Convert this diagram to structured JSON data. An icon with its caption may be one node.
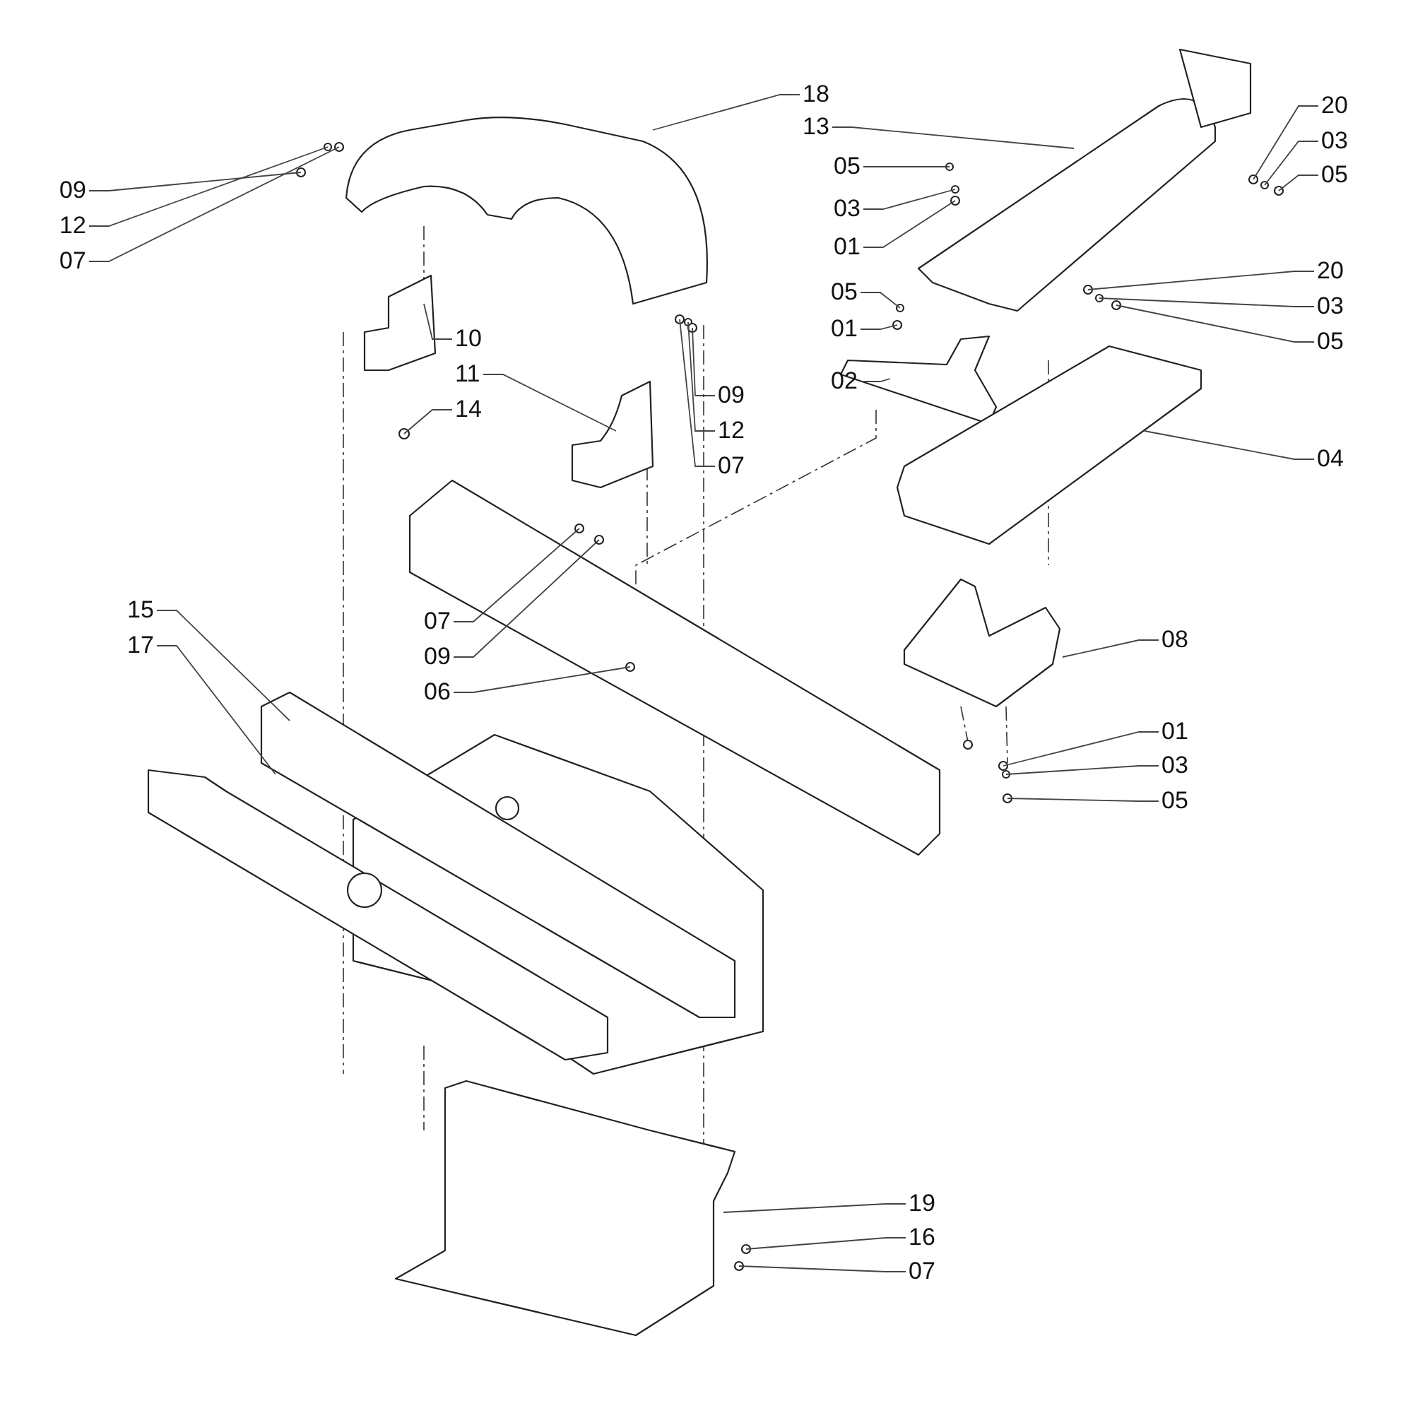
{
  "diagram": {
    "nodes": [
      {
        "text": [
          "18"
        ]
      },
      {
        "text": [
          "13"
        ]
      },
      {
        "text": [
          "20"
        ]
      },
      {
        "text": [
          "03"
        ]
      },
      {
        "text": [
          "05"
        ]
      },
      {
        "text": [
          "05"
        ]
      },
      {
        "text": [
          "09"
        ]
      },
      {
        "text": [
          "03"
        ]
      },
      {
        "text": [
          "12"
        ]
      },
      {
        "text": [
          "01"
        ]
      },
      {
        "text": [
          "07"
        ]
      },
      {
        "text": [
          "20"
        ]
      },
      {
        "text": [
          "05"
        ]
      },
      {
        "text": [
          "03"
        ]
      },
      {
        "text": [
          "01"
        ]
      },
      {
        "text": [
          "10"
        ]
      },
      {
        "text": [
          "05"
        ]
      },
      {
        "text": [
          "09"
        ]
      },
      {
        "text": [
          "11"
        ]
      },
      {
        "text": [
          "02"
        ]
      },
      {
        "text": [
          "14"
        ]
      },
      {
        "text": [
          "12"
        ]
      },
      {
        "text": [
          "04"
        ]
      },
      {
        "text": [
          "07"
        ]
      },
      {
        "text": [
          "15"
        ]
      },
      {
        "text": [
          "07"
        ]
      },
      {
        "text": [
          "17"
        ]
      },
      {
        "text": [
          "08"
        ]
      },
      {
        "text": [
          "09"
        ]
      },
      {
        "text": [
          "06"
        ]
      },
      {
        "text": [
          "01"
        ]
      },
      {
        "text": [
          "03"
        ]
      },
      {
        "text": [
          "05"
        ]
      },
      {
        "text": [
          "19"
        ]
      },
      {
        "text": [
          "16"
        ]
      },
      {
        "text": [
          "07"
        ]
      }
    ],
    "edges": [
      {
        "from": 0,
        "to": null,
        "arrow": "none"
      },
      {
        "from": 1,
        "to": null,
        "arrow": "none"
      },
      {
        "from": 2,
        "to": null,
        "arrow": "none"
      },
      {
        "from": 3,
        "to": null,
        "arrow": "none"
      },
      {
        "from": 4,
        "to": null,
        "arrow": "none"
      },
      {
        "from": 5,
        "to": null,
        "arrow": "none"
      },
      {
        "from": 6,
        "to": null,
        "arrow": "none"
      },
      {
        "from": 7,
        "to": null,
        "arrow": "none"
      },
      {
        "from": 8,
        "to": null,
        "arrow": "none"
      },
      {
        "from": 9,
        "to": null,
        "arrow": "none"
      },
      {
        "from": 10,
        "to": null,
        "arrow": "none"
      },
      {
        "from": 11,
        "to": null,
        "arrow": "none"
      },
      {
        "from": 12,
        "to": null,
        "arrow": "none"
      },
      {
        "from": 13,
        "to": null,
        "arrow": "none"
      },
      {
        "from": 14,
        "to": null,
        "arrow": "none"
      },
      {
        "from": 15,
        "to": null,
        "arrow": "none"
      },
      {
        "from": 16,
        "to": null,
        "arrow": "none"
      },
      {
        "from": 17,
        "to": null,
        "arrow": "none"
      },
      {
        "from": 18,
        "to": null,
        "arrow": "none"
      },
      {
        "from": 19,
        "to": null,
        "arrow": "none"
      },
      {
        "from": 20,
        "to": null,
        "arrow": "none"
      },
      {
        "from": 21,
        "to": null,
        "arrow": "none"
      },
      {
        "from": 22,
        "to": null,
        "arrow": "none"
      },
      {
        "from": 23,
        "to": null,
        "arrow": "none"
      },
      {
        "from": 24,
        "to": null,
        "arrow": "none"
      },
      {
        "from": 25,
        "to": null,
        "arrow": "none"
      },
      {
        "from": 26,
        "to": null,
        "arrow": "none"
      },
      {
        "from": 27,
        "to": null,
        "arrow": "none"
      },
      {
        "from": 28,
        "to": null,
        "arrow": "none"
      },
      {
        "from": 29,
        "to": null,
        "arrow": "none"
      },
      {
        "from": 30,
        "to": null,
        "arrow": "none"
      },
      {
        "from": 31,
        "to": null,
        "arrow": "none"
      },
      {
        "from": 32,
        "to": null,
        "arrow": "none"
      },
      {
        "from": 33,
        "to": null,
        "arrow": "none"
      },
      {
        "from": 34,
        "to": null,
        "arrow": "none"
      },
      {
        "from": 35,
        "to": null,
        "arrow": "none"
      }
    ]
  }
}
